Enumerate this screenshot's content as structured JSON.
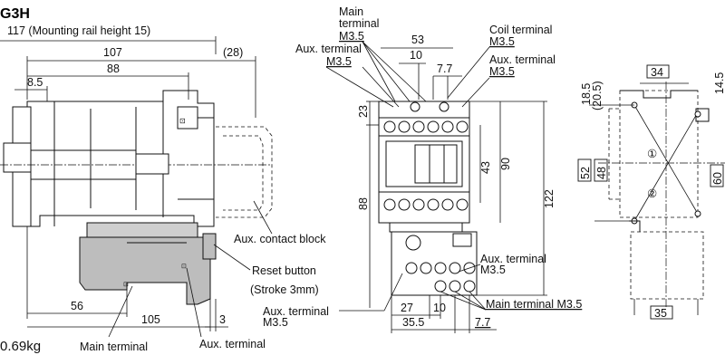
{
  "title": "G3H",
  "weight": "0.69kg",
  "side_view": {
    "dims": {
      "d117": "117 (Mounting rail height 15)",
      "d28": "(28)",
      "d107": "107",
      "d88": "88",
      "d8_5": "8.5",
      "d56": "56",
      "d105": "105",
      "d3": "3"
    },
    "labels": {
      "aux_contact_block": "Aux. contact block",
      "reset_button": "Reset button",
      "stroke": "(Stroke 3mm)",
      "aux_terminal": "Aux. terminal",
      "aux_terminal_m35": "M3.5",
      "main_terminal": "Main terminal",
      "aux_terminal_bottom": "Aux. terminal"
    }
  },
  "front_view": {
    "labels": {
      "main_terminal_1": "Main",
      "main_terminal_2": "terminal",
      "main_terminal_m35": "M3.5",
      "aux_terminal_top": "Aux. terminal",
      "aux_terminal_top_m35": "M3.5",
      "coil_terminal": "Coil terminal",
      "coil_terminal_m35": "M3.5",
      "aux_terminal_right": "Aux. terminal",
      "aux_terminal_right_m35": "M3.5",
      "aux_terminal_lower_right": "Aux. terminal",
      "aux_terminal_lower_right_m35": "M3.5",
      "main_terminal_m35_bottom": "Main terminal M3.5"
    },
    "dims": {
      "d53": "53",
      "d10_top": "10",
      "d7_7_top": "7.7",
      "d23": "23",
      "d43": "43",
      "d90": "90",
      "d88": "88",
      "d122": "122",
      "d27": "27",
      "d10_bot": "10",
      "d35_5": "35.5",
      "d7_7_bot": "7.7"
    }
  },
  "mount_view": {
    "dims": {
      "d34": "34",
      "d14_5": "14.5",
      "d18_5": "18.5",
      "d20_5": "(20.5)",
      "d52": "52",
      "d48": "48",
      "d60": "60",
      "d35": "35"
    },
    "markers": {
      "m1": "①",
      "m2": "②"
    }
  }
}
